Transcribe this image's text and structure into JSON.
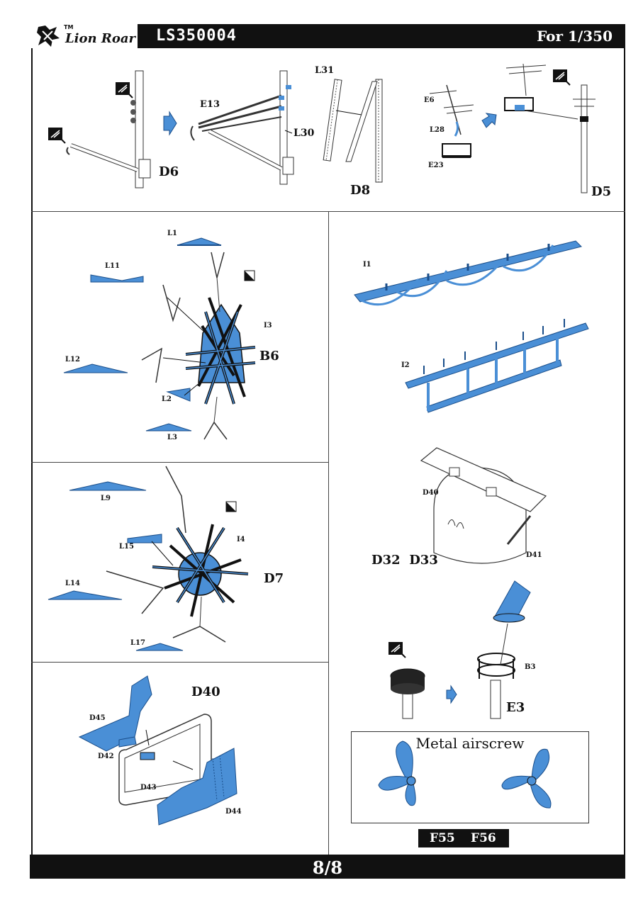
{
  "header": {
    "tm": "TM",
    "brand": "Lion Roar",
    "product_code": "LS350004",
    "scale": "For 1/350"
  },
  "footer": {
    "page": "8/8"
  },
  "labels": {
    "d6": "D6",
    "e13": "E13",
    "l30": "L30",
    "l31": "L31",
    "d8": "D8",
    "e6": "E6",
    "l28": "L28",
    "e23": "E23",
    "d5": "D5",
    "l1": "L1",
    "l11": "L11",
    "i3": "I3",
    "b6": "B6",
    "l12": "L12",
    "l2": "L2",
    "l3": "L3",
    "i1": "I1",
    "i2": "I2",
    "l9": "L9",
    "l15": "L15",
    "i4": "I4",
    "d7": "D7",
    "l14": "L14",
    "l17": "L17",
    "d40_small": "D40",
    "d41": "D41",
    "d32_d33": "D32  D33",
    "b3": "B3",
    "e3": "E3",
    "d40_big": "D40",
    "d45": "D45",
    "d42": "D42",
    "d43": "D43",
    "d44": "D44",
    "metal_airscrew": "Metal airscrew",
    "f55": "F55",
    "f56": "F56"
  },
  "colors": {
    "part_blue": "#4a8fd6",
    "ink": "#111111",
    "paper": "#ffffff"
  },
  "icons": [
    "lion-logo-icon",
    "bend-instruction-icon",
    "fold-square-icon",
    "step-arrow-icon"
  ]
}
